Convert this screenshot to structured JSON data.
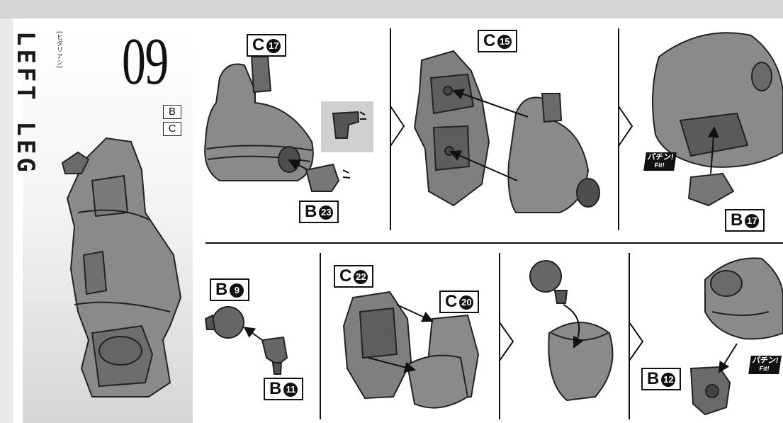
{
  "step": {
    "number": "09",
    "title": "LEFT LEG",
    "title_ja": "[ヒダリアシ]",
    "runners": [
      "B",
      "C"
    ]
  },
  "callouts": {
    "c17": {
      "letter": "C",
      "num": "17"
    },
    "b23": {
      "letter": "B",
      "num": "23"
    },
    "c15": {
      "letter": "C",
      "num": "15"
    },
    "b17": {
      "letter": "B",
      "num": "17"
    },
    "b9": {
      "letter": "B",
      "num": "9"
    },
    "b11": {
      "letter": "B",
      "num": "11"
    },
    "c22": {
      "letter": "C",
      "num": "22"
    },
    "c20": {
      "letter": "C",
      "num": "20"
    },
    "b12": {
      "letter": "B",
      "num": "12"
    }
  },
  "fit_badges": [
    {
      "jp": "パチン!",
      "en": "Fit!"
    },
    {
      "jp": "パチン!",
      "en": "Fit!"
    }
  ],
  "colors": {
    "part_gray": "#8a8a8a",
    "part_dark": "#5a5a5a",
    "ink": "#111111"
  }
}
